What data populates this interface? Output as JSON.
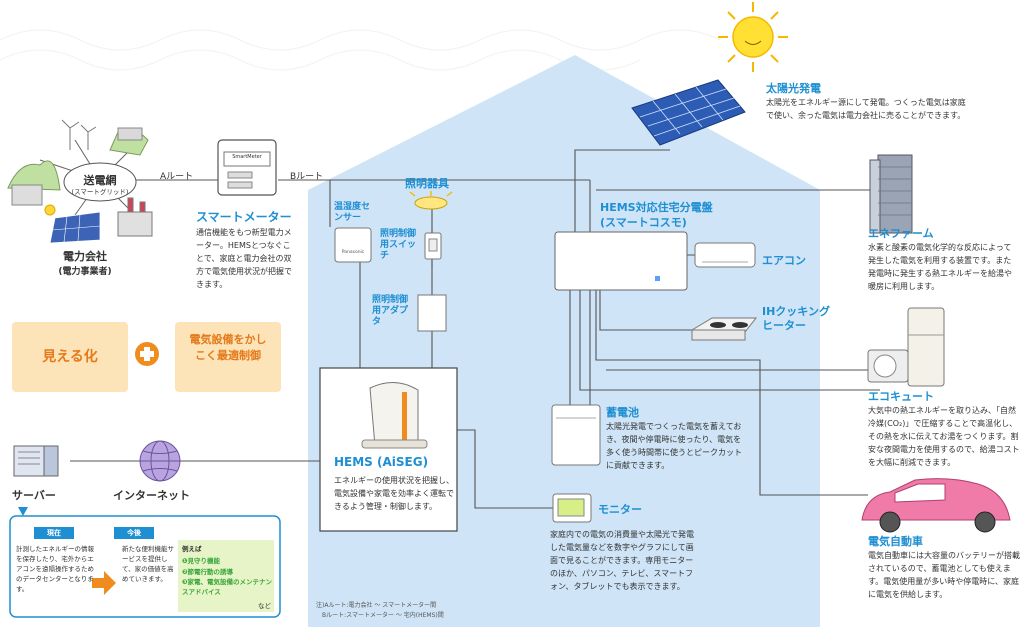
{
  "grid": {
    "label": "送電網",
    "sub": "(スマートグリッド)"
  },
  "company": {
    "name": "電力会社",
    "sub": "(電力事業者)"
  },
  "routes": {
    "a": "Aルート",
    "b": "Bルート"
  },
  "meter_label": "SmartMeter",
  "smart_meter": {
    "title": "スマートメーター",
    "desc": "通信機能をもつ新型電力メーター。HEMSとつなぐことで、家庭と電力会社の双方で電気使用状況が把握できます。"
  },
  "solar": {
    "title": "太陽光発電",
    "desc": "太陽光をエネルギー源にして発電。つくった電気は家庭で使い、余った電気は電力会社に売ることができます。"
  },
  "lighting": {
    "title": "照明器具"
  },
  "sensor": {
    "label": "温湿度センサー",
    "device_text": "Panasonic"
  },
  "light_switch": {
    "label": "照明制御用スイッチ"
  },
  "adapter": {
    "label": "照明制御用アダプタ"
  },
  "panel": {
    "title": "HEMS対応住宅分電盤",
    "sub": "(スマートコスモ)"
  },
  "aircon": {
    "label": "エアコン"
  },
  "ih": {
    "label": "IHクッキングヒーター"
  },
  "enefarm": {
    "title": "エネファーム",
    "desc": "水素と酸素の電気化学的な反応によって発生した電気を利用する装置です。また発電時に発生する熱エネルギーを給湯や暖房に利用します。"
  },
  "ecocute": {
    "title": "エコキュート",
    "desc": "大気中の熱エネルギーを取り込み、「自然冷媒(CO₂)」で圧縮することで高温化し、その熱を水に伝えてお湯をつくります。割安な夜間電力を使用するので、給湯コストを大幅に削減できます。"
  },
  "storage": {
    "title": "蓄電池",
    "desc": "太陽光発電でつくった電気を蓄えておき、夜間や停電時に使ったり、電気を多く使う時間帯に使うとピークカットに貢献できます。"
  },
  "monitor": {
    "title": "モニター",
    "desc": "家庭内での電気の消費量や太陽光で発電した電気量などを数字やグラフにして画面で見ることができます。専用モニターのほか、パソコン、テレビ、スマートフォン、タブレットでも表示できます。"
  },
  "ev": {
    "title": "電気自動車",
    "desc": "電気自動車には大容量のバッテリーが搭載されているので、蓄電池としても使えます。電気使用量が多い時や停電時に、家庭に電気を供給します。"
  },
  "hems": {
    "title": "HEMS (AiSEG)",
    "desc": "エネルギーの使用状況を把握し、電気設備や家電を効率よく運転できるよう管理・制御します。"
  },
  "visible": {
    "label": "見える化"
  },
  "control": {
    "label": "電気設備をかしこく最適制御"
  },
  "server": {
    "label": "サーバー"
  },
  "internet": {
    "label": "インターネット"
  },
  "now": {
    "tag": "現在",
    "desc": "計測したエネルギーの情報を保存したり、宅外からエアコンを遠隔操作するためのデータセンターとなります。"
  },
  "future": {
    "tag": "今後",
    "desc": "新たな便利機能サービスを提供して、家の価値を高めていきます。"
  },
  "examples": {
    "head": "例えば",
    "item1": "❶見守り機能",
    "item2": "❷節電行動の誘導",
    "item3": "❸家電、電気設備のメンテナンスアドバイス",
    "tail": "など"
  },
  "note": {
    "line1": "注)Aルート:電力会社 〜 スマートメーター間",
    "line2": "Bルート:スマートメーター 〜 宅内(HEMS)間"
  },
  "colors": {
    "house": "#cfe4f6",
    "accent": "#1e8fd2",
    "orange": "#f08c1e",
    "green": "#3aa63a"
  }
}
